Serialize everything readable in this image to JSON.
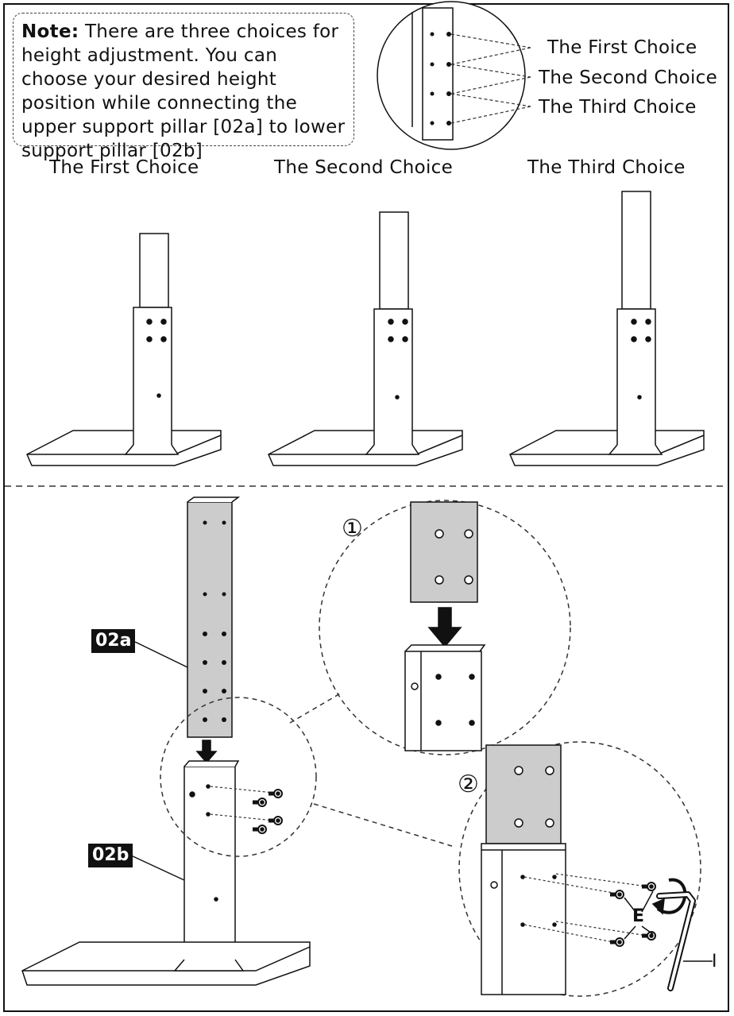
{
  "note": {
    "prefix": "Note:",
    "text": " There are three choices for height adjustment. You can choose your desired height position while connecting the upper support pillar [02a] to lower support pillar [02b]"
  },
  "inset_labels": [
    "The First Choice",
    "The Second Choice",
    "The Third Choice"
  ],
  "choices": [
    "The First Choice",
    "The Second Choice",
    "The Third Choice"
  ],
  "parts": {
    "upper": "02a",
    "lower": "02b"
  },
  "steps": [
    "①",
    "②"
  ],
  "hardware": {
    "screw": "E",
    "wrench": "I"
  }
}
